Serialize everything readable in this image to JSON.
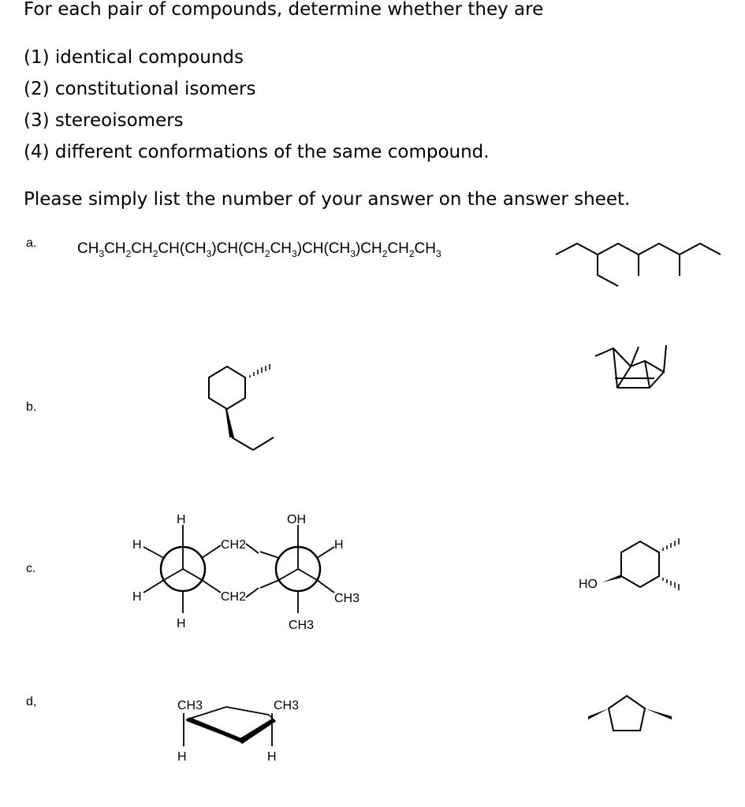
{
  "question": {
    "intro": "For each pair of compounds, determine whether they are",
    "options": [
      "(1) identical compounds",
      "(2) constitutional isomers",
      "(3) stereoisomers",
      "(4) different conformations of the same compound."
    ],
    "instruction": "Please simply list the number of your answer on the answer sheet."
  },
  "problems": {
    "a": {
      "label": "a.",
      "formula_parts": [
        "CH",
        "3",
        "CH",
        "2",
        "CH",
        "2",
        "CH(CH",
        "3",
        ")CH(CH",
        "2",
        "CH",
        "3",
        ")CH(CH",
        "3",
        ")CH",
        "2",
        "CH",
        "2",
        "CH",
        "3"
      ]
    },
    "b": {
      "label": "b."
    },
    "c": {
      "label": "c.",
      "newman_left": {
        "top": "H",
        "upper_left": "H",
        "upper_right": "CH2",
        "lower_left": "H",
        "lower_right": "CH2",
        "bottom": "H"
      },
      "newman_right": {
        "top": "OH",
        "upper_right": "H",
        "lower_right": "CH3",
        "bottom": "CH3"
      },
      "ho_label": "HO"
    },
    "d": {
      "label": "d,",
      "left_ch3": "CH3",
      "right_ch3": "CH3",
      "left_h": "H",
      "right_h": "H"
    }
  }
}
